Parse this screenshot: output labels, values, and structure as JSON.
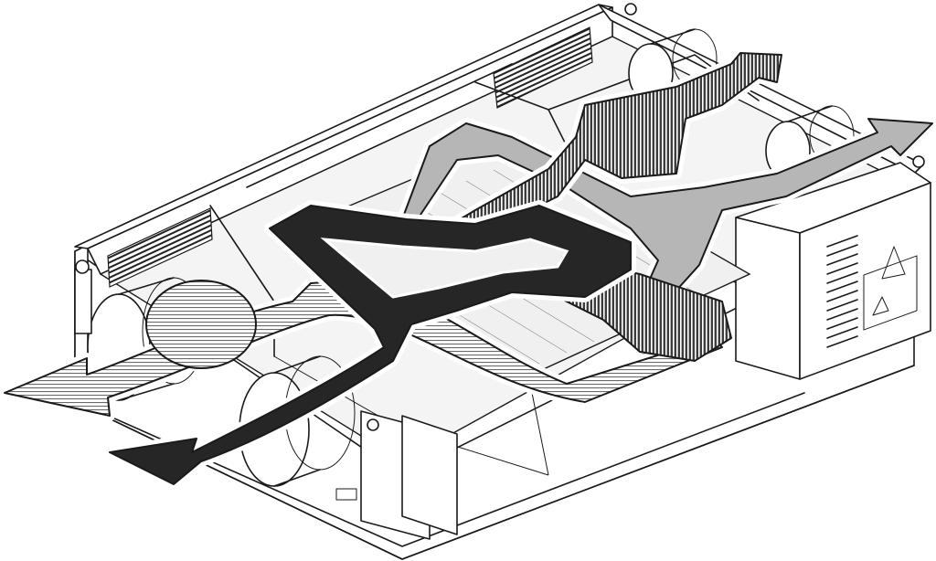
{
  "diagram": {
    "airflows": [
      {
        "id": "supply-air",
        "color": "#262626",
        "pattern": "solid-dark"
      },
      {
        "id": "extract-air",
        "color": "#b6b6b6",
        "pattern": "solid-grey"
      },
      {
        "id": "outdoor-air",
        "color": "#3a3a3a",
        "pattern": "vertical-hatch"
      },
      {
        "id": "exhaust-air",
        "color": "#ffffff",
        "pattern": "horizontal-hatch"
      }
    ],
    "colors": {
      "line": "#1a1a1a",
      "background": "#ffffff",
      "panel": "#f4f4f4"
    }
  }
}
